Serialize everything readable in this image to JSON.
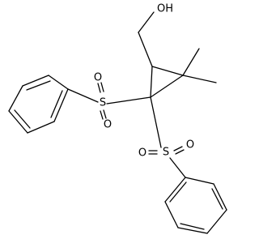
{
  "molecule": {
    "labels": {
      "hydroxyl": "OH",
      "sulfur": "S",
      "oxygen": "O"
    },
    "colors": {
      "bond": "#000000",
      "background": "#ffffff"
    }
  }
}
